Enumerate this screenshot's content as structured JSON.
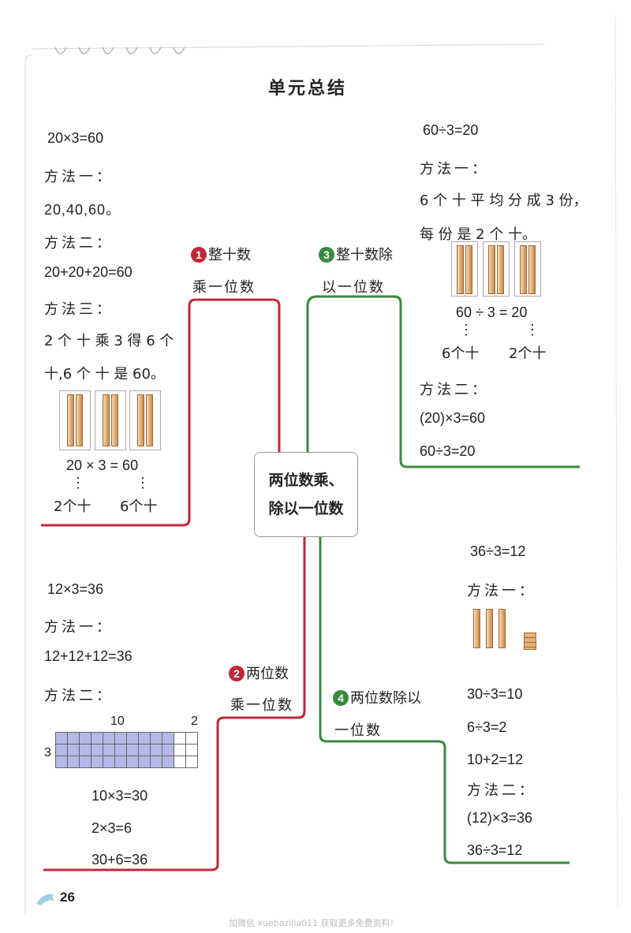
{
  "title": "单元总结",
  "center": {
    "line1": "两位数乘、",
    "line2": "除以一位数"
  },
  "page_number": "26",
  "footer": "加微信 xuebazilia011 获取更多免费资料!",
  "colors": {
    "red": "#c0283a",
    "green": "#3a8a3e"
  },
  "branch1": {
    "num": "1",
    "label1": "整十数",
    "label2": "乘一位数",
    "lines": [
      "20×3=60",
      "方法一：",
      "20,40,60。",
      "方法二：",
      "20+20+20=60",
      "方法三：",
      "2 个 十 乘 3 得 6 个",
      "十,6 个 十 是 60。"
    ],
    "eq": "20 × 3 = 60",
    "dots": "⋮",
    "left_under": "2个十",
    "right_under": "6个十"
  },
  "branch2": {
    "num": "2",
    "label1": "两位数",
    "label2": "乘一位数",
    "lines": [
      "12×3=36",
      "方法一：",
      "12+12+12=36",
      "方法二："
    ],
    "grid_top_left": "10",
    "grid_top_right": "2",
    "grid_side": "3",
    "calc": [
      "10×3=30",
      "2×3=6",
      "30+6=36"
    ]
  },
  "branch3": {
    "num": "3",
    "label1": "整十数除",
    "label2": "以一位数",
    "lines": [
      "60÷3=20",
      "方法一：",
      "6 个 十 平 均 分 成 3 份，",
      "每 份 是 2 个 十。"
    ],
    "eq": "60 ÷ 3 = 20",
    "dots": "⋮",
    "left_under": "6个十",
    "right_under": "2个十",
    "lines2": [
      "方法二：",
      "(20)×3=60",
      "60÷3=20"
    ]
  },
  "branch4": {
    "num": "4",
    "label1": "两位数除以",
    "label2": "一位数",
    "lines": [
      "36÷3=12",
      "方法一："
    ],
    "calc": [
      "30÷3=10",
      "6÷3=2",
      "10+2=12",
      "方法二：",
      "(12)×3=36",
      "36÷3=12"
    ]
  }
}
